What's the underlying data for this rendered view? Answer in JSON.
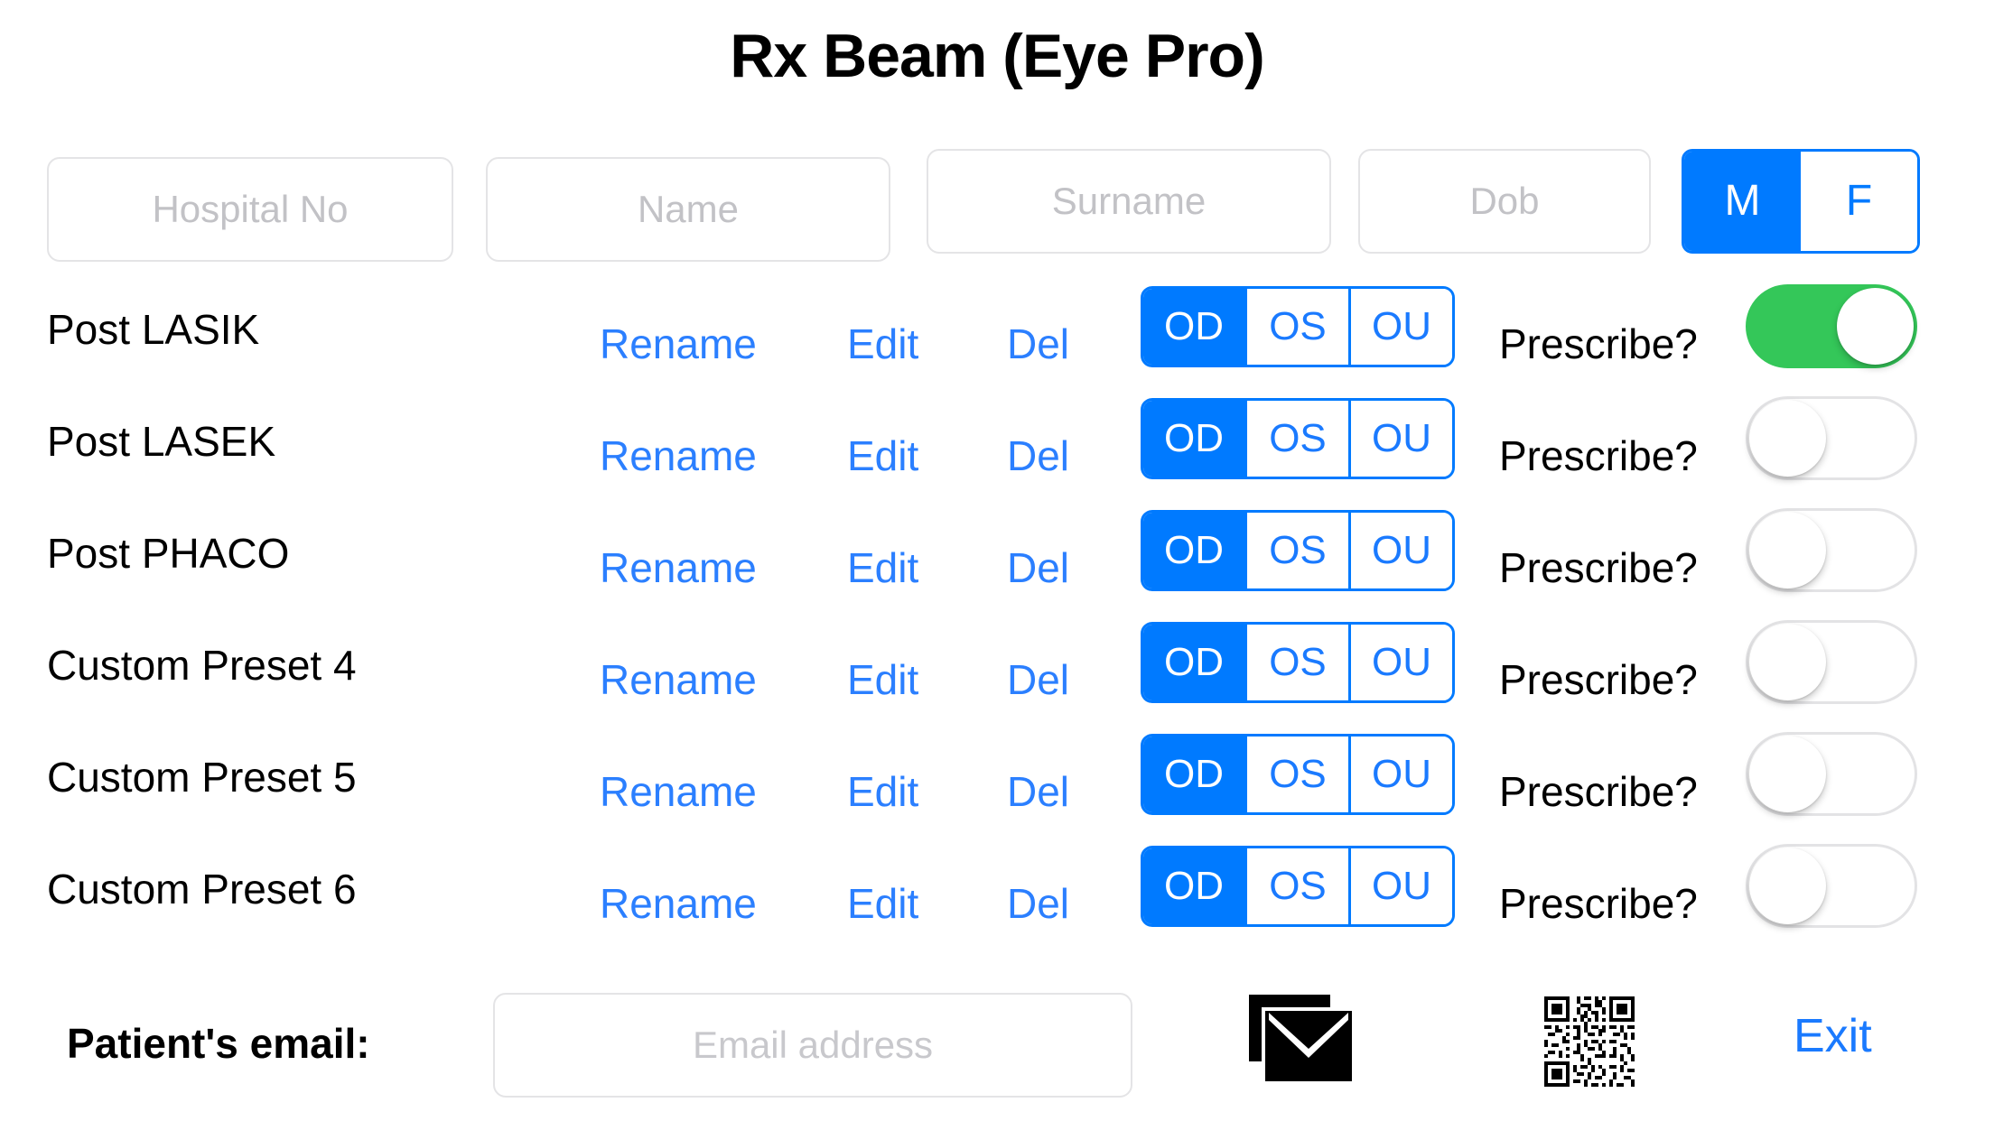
{
  "app": {
    "title": "Rx Beam (Eye Pro)",
    "accent_blue": "#007aff",
    "link_blue": "#2b7fff",
    "switch_on_green": "#34c759",
    "field_border": "#e4e4e6",
    "placeholder_gray": "#c2c2c6"
  },
  "patient": {
    "hospital_no": {
      "placeholder": "Hospital No",
      "value": ""
    },
    "name": {
      "placeholder": "Name",
      "value": ""
    },
    "surname": {
      "placeholder": "Surname",
      "value": ""
    },
    "dob": {
      "placeholder": "Dob",
      "value": ""
    },
    "sex": {
      "options": [
        "M",
        "F"
      ],
      "selected": "M"
    }
  },
  "presets": {
    "actions": {
      "rename": "Rename",
      "edit": "Edit",
      "delete": "Del"
    },
    "eye_options": [
      "OD",
      "OS",
      "OU"
    ],
    "prescribe_label": "Prescribe?",
    "rows": [
      {
        "name": "Post LASIK",
        "eye_selected": "OD",
        "prescribe": true
      },
      {
        "name": "Post LASEK",
        "eye_selected": "OD",
        "prescribe": false
      },
      {
        "name": "Post PHACO",
        "eye_selected": "OD",
        "prescribe": false
      },
      {
        "name": "Custom Preset 4",
        "eye_selected": "OD",
        "prescribe": false
      },
      {
        "name": "Custom Preset 5",
        "eye_selected": "OD",
        "prescribe": false
      },
      {
        "name": "Custom Preset 6",
        "eye_selected": "OD",
        "prescribe": false
      }
    ]
  },
  "footer": {
    "email_label": "Patient's email:",
    "email_field": {
      "placeholder": "Email address",
      "value": ""
    },
    "mail_icon": "mail-stack-icon",
    "qr_icon": "qr-code-icon",
    "exit_label": "Exit"
  }
}
